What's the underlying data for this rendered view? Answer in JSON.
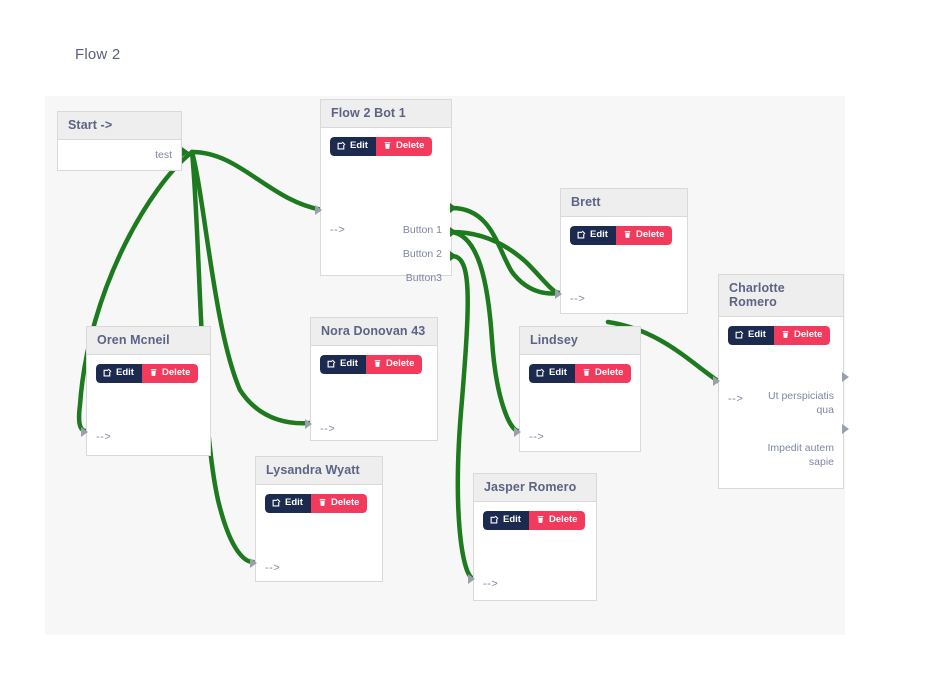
{
  "header": {
    "title": "Flow 2"
  },
  "theme": {
    "canvas_bg": "#f7f7f8",
    "page_bg": "#ffffff",
    "node_bg": "#ffffff",
    "node_header_bg": "#eeeeee",
    "node_border": "#d9d9d9",
    "title_color": "#5c6384",
    "edge_color": "#1e7a1e",
    "edit_button_color": "#1b2a4e",
    "delete_button_color": "#f23a5c",
    "port_text_color": "#7f86a3"
  },
  "buttons": {
    "edit_label": "Edit",
    "delete_label": "Delete",
    "edit_icon": "pencil-square-icon",
    "delete_icon": "trash-icon"
  },
  "nodes": [
    {
      "id": "start",
      "title": "Start ->",
      "has_toolbar": false,
      "inputs": [],
      "outputs": [
        "test"
      ]
    },
    {
      "id": "flow2bot1",
      "title": "Flow 2 Bot 1",
      "has_toolbar": true,
      "inputs": [
        "-->"
      ],
      "outputs": [
        "Button 1",
        "Button 2",
        "Button3"
      ]
    },
    {
      "id": "orenmcneil",
      "title": "Oren Mcneil",
      "has_toolbar": true,
      "inputs": [
        "-->"
      ],
      "outputs": []
    },
    {
      "id": "noradonovan",
      "title": "Nora Donovan 43",
      "has_toolbar": true,
      "inputs": [
        "-->"
      ],
      "outputs": []
    },
    {
      "id": "lysandrawyatt",
      "title": "Lysandra Wyatt",
      "has_toolbar": true,
      "inputs": [
        "-->"
      ],
      "outputs": []
    },
    {
      "id": "brett",
      "title": "Brett",
      "has_toolbar": true,
      "inputs": [
        "-->"
      ],
      "outputs": []
    },
    {
      "id": "lindsey",
      "title": "Lindsey",
      "has_toolbar": true,
      "inputs": [
        "-->"
      ],
      "outputs": []
    },
    {
      "id": "jasperromero",
      "title": "Jasper Romero",
      "has_toolbar": true,
      "inputs": [
        "-->"
      ],
      "outputs": []
    },
    {
      "id": "charlotteromero",
      "title": "Charlotte Romero",
      "has_toolbar": true,
      "inputs": [
        "-->"
      ],
      "outputs": [
        "Ut perspiciatis qua",
        "Impedit autem sapie"
      ]
    }
  ],
  "edges": [
    {
      "from": "start.test",
      "to": "flow2bot1.in"
    },
    {
      "from": "start.test",
      "to": "orenmcneil.in"
    },
    {
      "from": "start.test",
      "to": "noradonovan.in"
    },
    {
      "from": "start.test",
      "to": "lysandrawyatt.in"
    },
    {
      "from": "flow2bot1.Button 1",
      "to": "brett.in"
    },
    {
      "from": "flow2bot1.Button 2",
      "to": "brett.in"
    },
    {
      "from": "flow2bot1.Button 2",
      "to": "lindsey.in"
    },
    {
      "from": "flow2bot1.Button3",
      "to": "jasperromero.in"
    },
    {
      "from": "lindsey.out",
      "to": "charlotteromero.in"
    }
  ]
}
